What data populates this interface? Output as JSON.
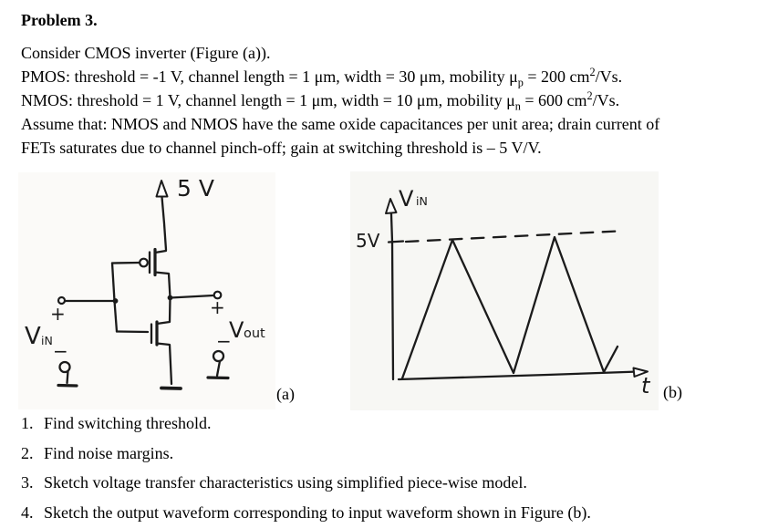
{
  "document": {
    "title": "Problem 3.",
    "intro": {
      "line1": "Consider CMOS inverter (Figure (a)).",
      "line2_pre": "PMOS: threshold = -1 V, channel length = 1 μm, width = 30 μm, mobility μ",
      "line2_sub": "p",
      "line2_mid": " = 200 cm",
      "line2_sup": "2",
      "line2_post": "/Vs.",
      "line3_pre": "NMOS: threshold = 1 V, channel length = 1 μm, width = 10 μm, mobility μ",
      "line3_sub": "n",
      "line3_mid": " = 600 cm",
      "line3_sup": "2",
      "line3_post": "/Vs.",
      "line4": "Assume that: NMOS and NMOS have the same oxide capacitances per unit area; drain current of",
      "line5": "FETs saturates due to channel pinch-off; gain at switching threshold is – 5 V/V."
    },
    "tasks": [
      {
        "num": "1.",
        "text": "Find switching threshold."
      },
      {
        "num": "2.",
        "text": "Find noise margins."
      },
      {
        "num": "3.",
        "text": "Sketch voltage transfer characteristics using simplified piece-wise model."
      },
      {
        "num": "4.",
        "text": "Sketch the output waveform corresponding to input waveform shown in Figure (b)."
      }
    ]
  },
  "figure_a": {
    "caption": "(a)",
    "supply_label": "5 V",
    "vin": {
      "main": "V",
      "sub": "iN",
      "plus": "+",
      "minus": "−"
    },
    "vout": {
      "main": "V",
      "sub": "out",
      "plus": "+",
      "minus": "−"
    }
  },
  "figure_b": {
    "caption": "(b)",
    "axis_y_main": "V",
    "axis_y_sub": "iN",
    "level_label": "5V",
    "axis_x_label": "t"
  },
  "chart_data": {
    "type": "line",
    "title": "Figure (b): triangular input waveform",
    "xlabel": "t",
    "ylabel": "Vin",
    "x": [
      0,
      1,
      2,
      3,
      4,
      4.25
    ],
    "y": [
      0,
      5,
      0,
      5,
      0,
      1.25
    ],
    "ylim": [
      0,
      5
    ],
    "xlim": [
      0,
      4.8
    ],
    "grid": false,
    "legend": "none",
    "annotations": [
      "dashed reference line at 5 V level touching the triangle peaks"
    ]
  },
  "ink_color": "#1b1b1b"
}
